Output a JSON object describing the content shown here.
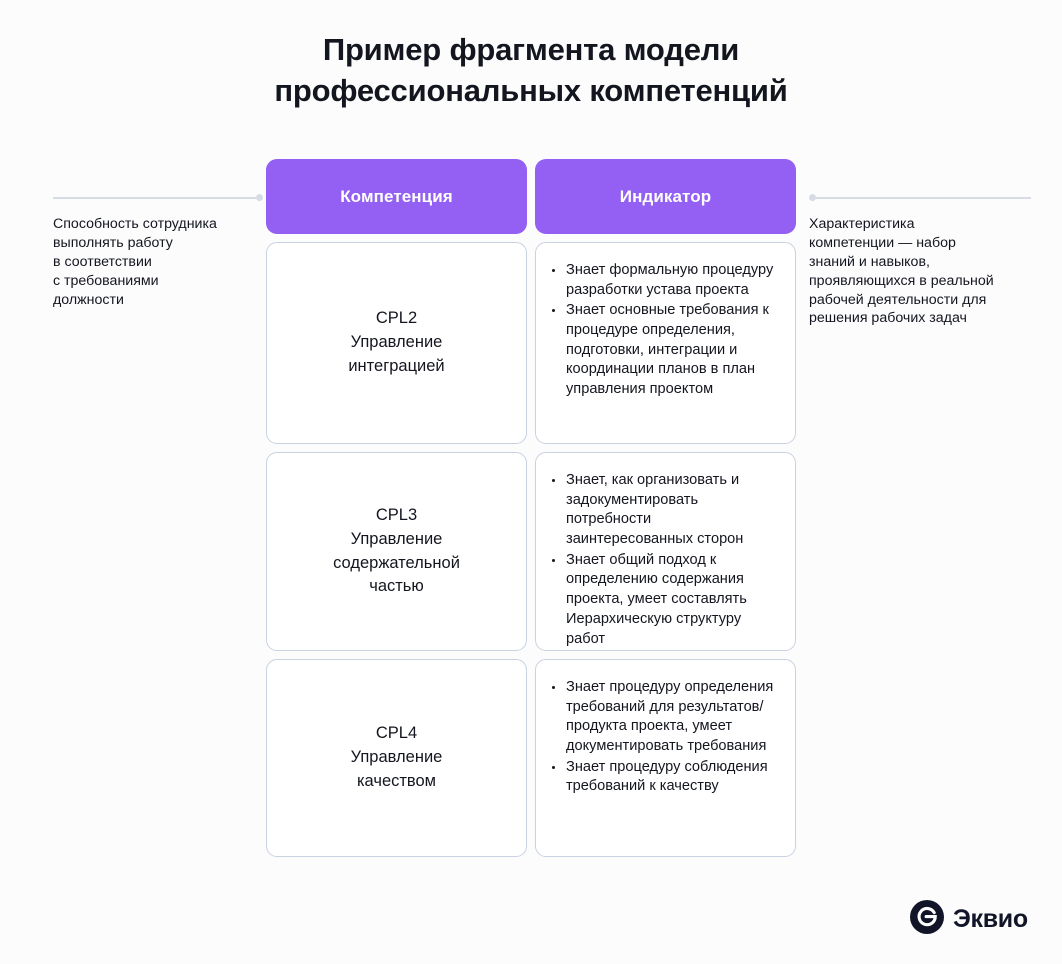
{
  "title": {
    "line1": "Пример фрагмента модели",
    "line2": "профессиональных компетенций"
  },
  "colors": {
    "accent_purple": "#9360F3",
    "card_border": "#C9D2E0",
    "connector": "#D6DBE4",
    "text": "#14161F",
    "background": "#FCFCFD",
    "logo_navy": "#111527"
  },
  "table": {
    "headers": {
      "competency": "Компетенция",
      "indicator": "Индикатор"
    },
    "rows": [
      {
        "competency": "CPL2\nУправление\nинтеграцией",
        "indicators": [
          "Знает формальную процедуру разработки устава проекта",
          "Знает основные требования к процедуре определения, подготовки, интеграции и координации планов в план управления проектом"
        ]
      },
      {
        "competency": "CPL3\nУправление\nсодержательной\nчастью",
        "indicators": [
          "Знает, как организовать и задокументировать потребности заинтересованных сторон",
          "Знает общий подход к определению содержания проекта, умеет составлять Иерархическую структуру работ"
        ]
      },
      {
        "competency": "CPL4\nУправление\nкачеством",
        "indicators": [
          "Знает процедуру определения требований для результатов/продукта проекта, умеет документировать требования",
          "Знает процедуру соблюдения требований к качеству"
        ]
      }
    ]
  },
  "annotations": {
    "left": "Способность сотрудника\nвыполнять работу\nв соответствии\nс требованиями\nдолжности",
    "right": "Характеристика\nкомпетенции — набор\nзнаний и навыков,\nпроявляющихся в реальной\nрабочей деятельности для\nрешения рабочих задач"
  },
  "logo": {
    "text": "Эквио",
    "mark": "ekvio-circle-icon"
  }
}
